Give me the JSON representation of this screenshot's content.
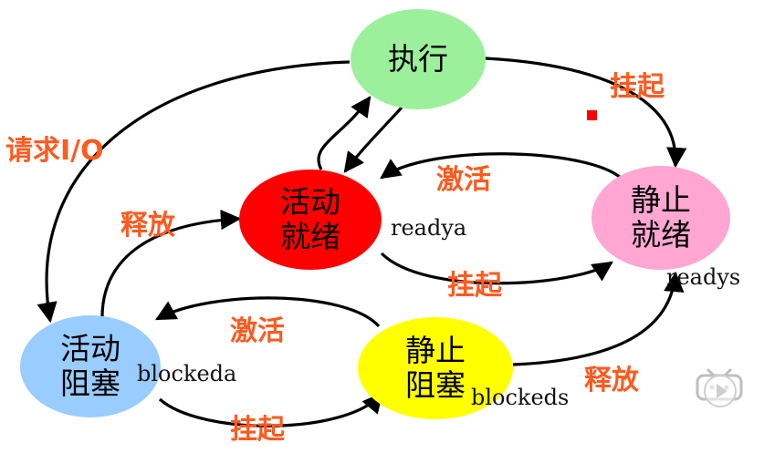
{
  "nodes": {
    "run": {
      "line1": "执行",
      "line2": "",
      "fill": "#9cf09c"
    },
    "active_ready": {
      "line1": "活动",
      "line2": "就绪",
      "fill": "#ff0000"
    },
    "static_ready": {
      "line1": "静止",
      "line2": "就绪",
      "fill": "#ffa6d2"
    },
    "active_blocked": {
      "line1": "活动",
      "line2": "阻塞",
      "fill": "#99ccff"
    },
    "static_blocked": {
      "line1": "静止",
      "line2": "阻塞",
      "fill": "#ffff00"
    }
  },
  "edge_labels": {
    "suspend_top": "挂起",
    "request_io": "请求I/O",
    "activate_top": "激活",
    "release_left": "释放",
    "suspend_mid": "挂起",
    "activate_bottom": "激活",
    "release_right": "释放",
    "suspend_bottom": "挂起"
  },
  "state_labels": {
    "readya": "readya",
    "readys": "readys",
    "blockeda": "blockeda",
    "blockeds": "blockeds"
  },
  "colors": {
    "edge_label": "#ff5a1f",
    "arrow": "#000000",
    "marker": "#ff0000"
  },
  "icons": {
    "watermark": "bilibili-tv-icon",
    "player": "play-button-icon"
  }
}
